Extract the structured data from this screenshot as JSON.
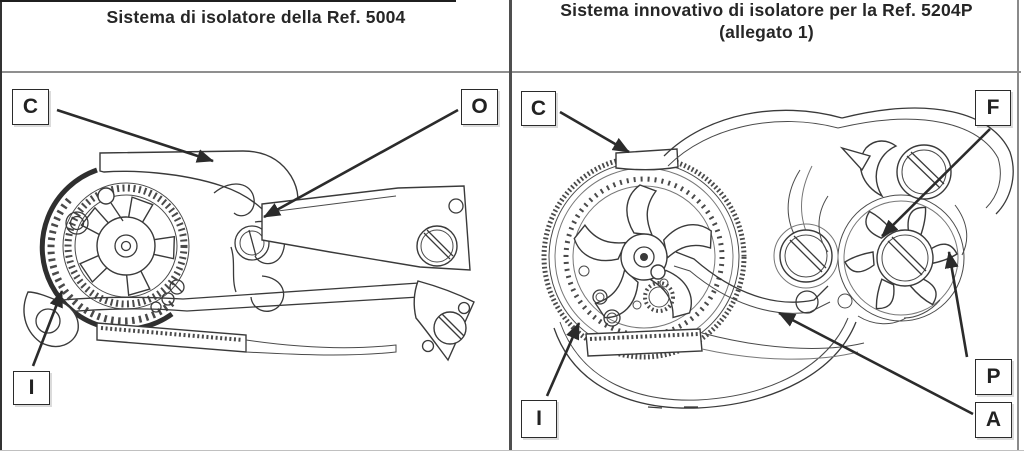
{
  "figure": {
    "left_panel": {
      "title": "Sistema di isolatore della Ref. 5004",
      "labels": {
        "c": "C",
        "o": "O",
        "i": "I"
      }
    },
    "right_panel": {
      "title_line1": "Sistema innovativo di isolatore per la Ref. 5204P",
      "title_line2": "(allegato 1)",
      "labels": {
        "c": "C",
        "f": "F",
        "i": "I",
        "p": "P",
        "a": "A"
      }
    },
    "colors": {
      "line": "#3a3a3a",
      "divider_gray": "#8f8f8f",
      "divider_dark": "#4f4f4f",
      "text": "#262626",
      "background": "#ffffff"
    }
  }
}
